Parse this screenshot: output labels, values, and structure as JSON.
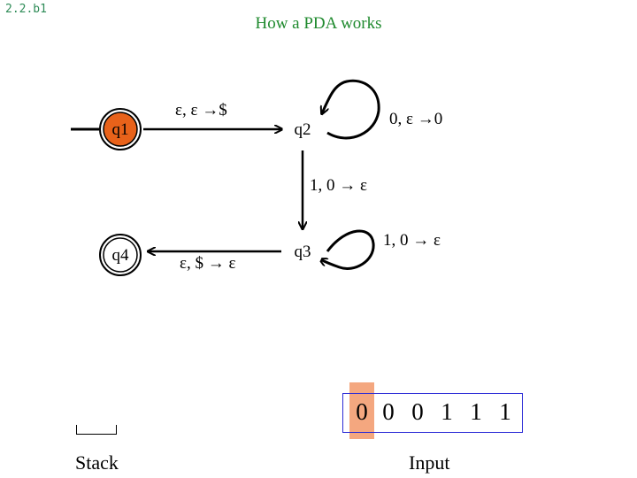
{
  "slide": {
    "label": "2.2.b1",
    "title": "How a PDA works"
  },
  "diagram": {
    "states": {
      "q1": "q1",
      "q2": "q2",
      "q3": "q3",
      "q4": "q4"
    },
    "transitions": {
      "q1_q2": "ε, ε →$",
      "q2_loop": "0, ε →0",
      "q2_q3": "1, 0 → ε",
      "q3_loop": "1, 0 → ε",
      "q3_q4": "ε, $ → ε"
    },
    "colors": {
      "start_state_fill": "#e8621a",
      "highlight": "#f4a77f",
      "tape_border": "#2b2bd6",
      "title": "#1f8a2e"
    }
  },
  "input": {
    "symbols": [
      "0",
      "0",
      "0",
      "1",
      "1",
      "1"
    ],
    "current_index": 0,
    "caption": "Input"
  },
  "stack": {
    "caption": "Stack"
  }
}
